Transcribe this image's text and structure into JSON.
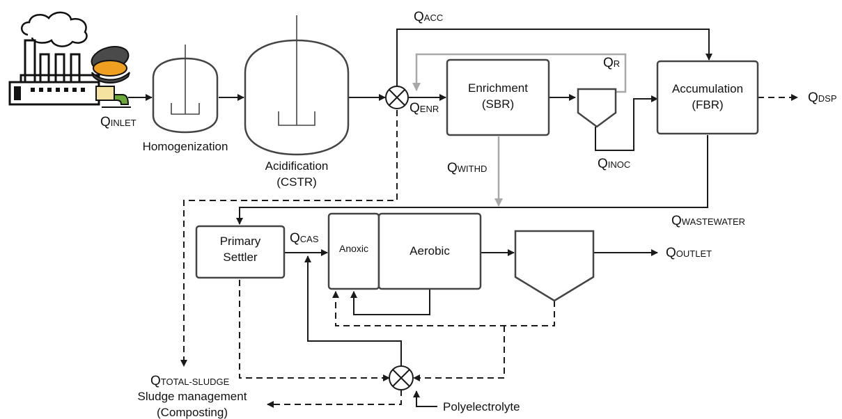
{
  "units": {
    "homogenization": "Homogenization",
    "acidification_l1": "Acidification",
    "acidification_l2": "(CSTR)",
    "enrichment_l1": "Enrichment",
    "enrichment_l2": "(SBR)",
    "accumulation_l1": "Accumulation",
    "accumulation_l2": "(FBR)",
    "primary_settler_l1": "Primary",
    "primary_settler_l2": "Settler",
    "anoxic": "Anoxic",
    "aerobic": "Aerobic",
    "sludge_l1": "Sludge management",
    "sludge_l2": "(Composting)",
    "polyelectrolyte": "Polyelectrolyte"
  },
  "flows": {
    "inlet": {
      "q": "Q",
      "sub": "INLET"
    },
    "acc": {
      "q": "Q",
      "sub": "ACC"
    },
    "r": {
      "q": "Q",
      "sub": "R"
    },
    "enr": {
      "q": "Q",
      "sub": "ENR"
    },
    "dsp": {
      "q": "Q",
      "sub": "DSP"
    },
    "withd": {
      "q": "Q",
      "sub": "WITHD"
    },
    "inoc": {
      "q": "Q",
      "sub": "INOC"
    },
    "wastewater": {
      "q": "Q",
      "sub": "WASTEWATER"
    },
    "cas": {
      "q": "Q",
      "sub": "CAS"
    },
    "outlet": {
      "q": "Q",
      "sub": "OUTLET"
    },
    "total_sludge": {
      "q": "Q",
      "sub": "TOTAL-SLUDGE"
    }
  },
  "icons": {
    "factory": "factory-icon",
    "mussel": "mussel-icon",
    "pipe": "pipe-icon"
  },
  "colors": {
    "main_line": "#1a1a1a",
    "recycle_line": "#a8a8a8",
    "box_border": "#444444",
    "mussel_shell": "#4a4a4a",
    "mussel_meat": "#f0a020",
    "pipe_yellow": "#f4e3a0",
    "pipe_green": "#6aa83a"
  }
}
